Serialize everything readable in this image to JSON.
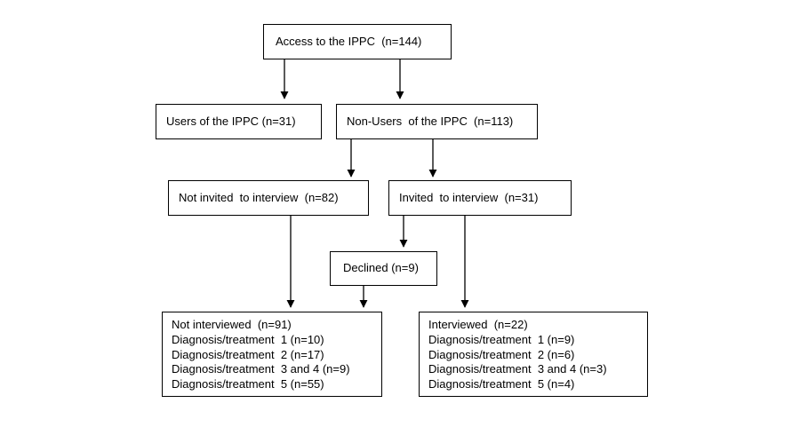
{
  "colors": {
    "background": "#ffffff",
    "box_fill": "#ffffff",
    "box_border": "#000000",
    "text": "#000000",
    "arrow": "#000000"
  },
  "boxes": {
    "access": {
      "label": "Access to the IPPC  (n=144)"
    },
    "users": {
      "label": "Users of the IPPC (n=31)"
    },
    "non_users": {
      "label": "Non-Users  of the IPPC  (n=113)"
    },
    "not_invited": {
      "label": "Not invited  to interview  (n=82)"
    },
    "invited": {
      "label": "Invited  to interview  (n=31)"
    },
    "declined": {
      "label": "Declined (n=9)"
    },
    "not_interviewed": {
      "lines": [
        "Not interviewed  (n=91)",
        "Diagnosis/treatment  1 (n=10)",
        "Diagnosis/treatment  2 (n=17)",
        "Diagnosis/treatment  3 and 4 (n=9)",
        "Diagnosis/treatment  5 (n=55)"
      ]
    },
    "interviewed": {
      "lines": [
        "Interviewed  (n=22)",
        "Diagnosis/treatment  1 (n=9)",
        "Diagnosis/treatment  2 (n=6)",
        "Diagnosis/treatment  3 and 4 (n=3)",
        "Diagnosis/treatment  5 (n=4)"
      ]
    }
  }
}
